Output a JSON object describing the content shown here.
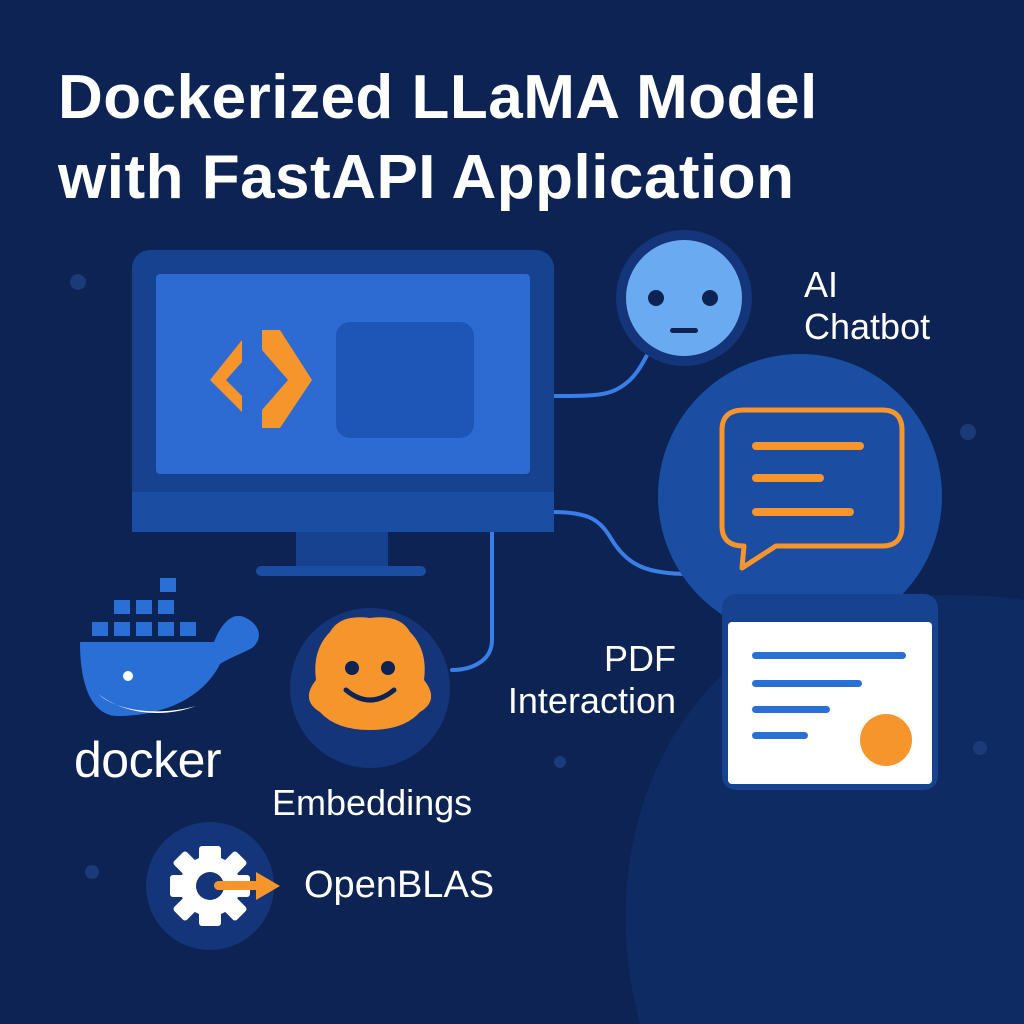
{
  "title": {
    "line1": "Dockerized LLaMA Model",
    "line2": "with FastAPI Application"
  },
  "labels": {
    "ai_chatbot": [
      "AI",
      "Chatbot"
    ],
    "pdf_interaction": [
      "PDF",
      "Interaction"
    ],
    "docker": "docker",
    "embeddings": "Embeddings",
    "openblas": "OpenBLAS"
  },
  "colors": {
    "background": "#0c2354",
    "accent_orange": "#f7952d",
    "monitor_blue": "#2d6ad2",
    "face_blue": "#6aaaf0",
    "docker_blue": "#2a6fd6"
  },
  "icons": [
    "monitor-icon",
    "code-brackets-icon",
    "face-icon",
    "chat-bubble-icon",
    "document-icon",
    "docker-whale-icon",
    "hugging-face-icon",
    "gear-icon"
  ]
}
